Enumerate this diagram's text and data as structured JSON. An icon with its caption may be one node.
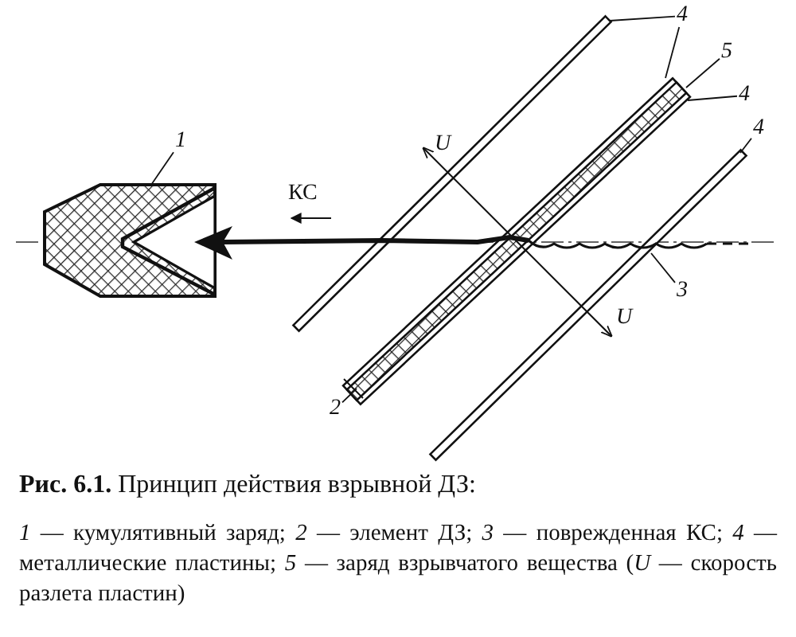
{
  "diagram": {
    "title": "**Рис. 6.1.** Принцип действия взрывной ДЗ:",
    "caption": "*1* — кумулятивный заряд; *2* — элемент ДЗ; *3* — поврежденная КС; *4* — металлические пластины; *5* — заряд взрывчатого вещества (*U* — скорость разлета пластин)",
    "nodes": [
      {
        "text": [
          "4"
        ]
      },
      {
        "text": [
          "5"
        ]
      },
      {
        "text": [
          "4"
        ]
      },
      {
        "text": [
          "1"
        ]
      },
      {
        "text": [
          "4"
        ]
      },
      {
        "text": [
          "3"
        ]
      },
      {
        "text": [
          "2"
        ]
      },
      {
        "text": [],
        "shape": "picture"
      },
      {
        "text": [],
        "shape": "bar"
      },
      {
        "text": [],
        "shape": "bar"
      },
      {
        "text": [],
        "shape": "bar"
      },
      {
        "text": [],
        "shape": "picture"
      }
    ],
    "edges": [
      {
        "from": 0,
        "to": 8,
        "arrow": "none"
      },
      {
        "from": 0,
        "to": 9,
        "arrow": "none"
      },
      {
        "from": 1,
        "to": 9,
        "arrow": "none"
      },
      {
        "from": 2,
        "to": 9,
        "arrow": "none"
      },
      {
        "from": 3,
        "to": 7,
        "arrow": "none"
      },
      {
        "from": 4,
        "to": 10,
        "arrow": "none"
      },
      {
        "from": 5,
        "to": 11,
        "arrow": "none"
      },
      {
        "from": 6,
        "to": 9,
        "arrow": "none"
      }
    ],
    "labels": [
      "КС",
      "U",
      "U"
    ]
  }
}
